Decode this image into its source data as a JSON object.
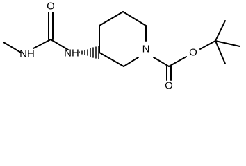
{
  "molecule": {
    "atom_labels": {
      "carbonyl_oxygen_urea": "O",
      "amine_n_methyl": "NH",
      "amine_n_ring": "NH",
      "ring_nitrogen": "N",
      "carbonyl_oxygen_carbamate": "O",
      "ester_oxygen": "O"
    }
  }
}
